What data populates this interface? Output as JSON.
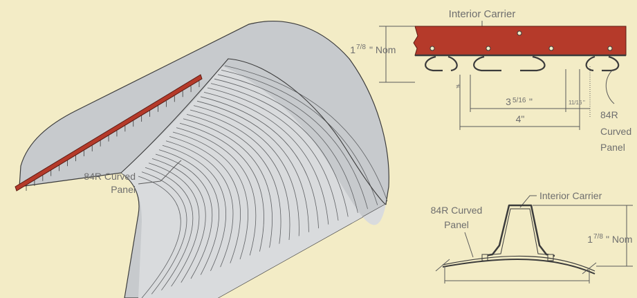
{
  "colors": {
    "background": "#f3ecc6",
    "carrier_red": "#b53a2a",
    "panel_metal": "#c9cccf",
    "label_grey": "#6e6e6e"
  },
  "left_view": {
    "panel_label_line1": "84R Curved",
    "panel_label_line2": "Panel"
  },
  "top_right_view": {
    "carrier_label": "Interior Carrier",
    "height_whole": "1",
    "height_frac": "7/8",
    "height_unit": "\" Nom",
    "spacing_whole": "3",
    "spacing_frac": "5/16",
    "spacing_unit": "\"",
    "offset_frac": "11/16",
    "offset_unit": "\"",
    "width_value": "4\"",
    "panel_label_line1": "84R",
    "panel_label_line2": "Curved",
    "panel_label_line3": "Panel"
  },
  "bottom_right_view": {
    "carrier_label": "Interior Carrier",
    "panel_label_line1": "84R Curved",
    "panel_label_line2": "Panel",
    "height_whole": "1",
    "height_frac": "7/8",
    "height_unit": "\" Nom"
  }
}
